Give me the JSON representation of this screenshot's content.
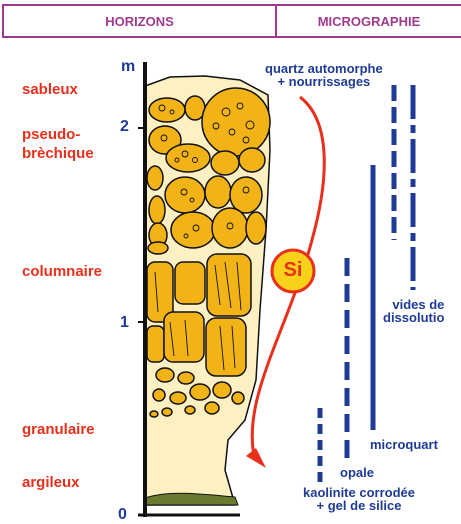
{
  "headers": {
    "horizons": "HORIZONS",
    "micrographie": "MICROGRAPHIE"
  },
  "axis": {
    "unit": "m",
    "ticks": [
      "2",
      "1",
      "0"
    ]
  },
  "horizons": [
    "sableux",
    "pseudo-\nbrèchique",
    "columnaire",
    "granulaire",
    "argileux"
  ],
  "micro_labels": {
    "quartz": "quartz automorphe\n+ nourrissages",
    "vides": "vides de\ndissolutio",
    "microquartz": "microquart",
    "opale": "opale",
    "kaolinite": "kaolinite corrodée\n+ gel de silice"
  },
  "si_label": "Si",
  "colors": {
    "header": "#a13a8e",
    "horizon": "#e8301c",
    "micro": "#1f3b97",
    "nodule": "#f2b317",
    "matrix": "#fdf1c4",
    "base": "#6a7a2e"
  }
}
